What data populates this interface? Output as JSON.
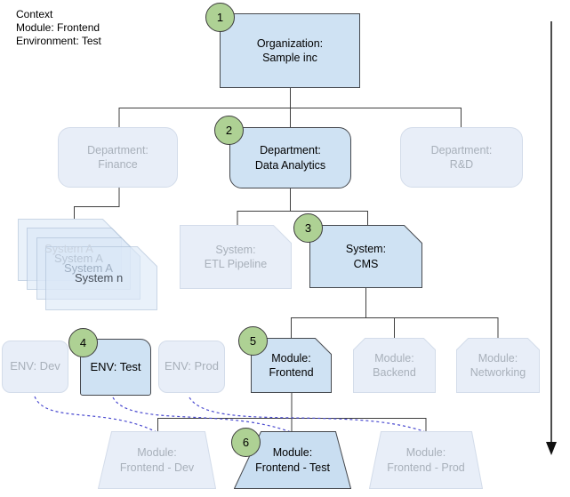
{
  "context": {
    "line1": "Context",
    "line2": "Module: Frontend",
    "line3": "Environment: Test"
  },
  "colors": {
    "active_fill": "#cfe2f3",
    "active_border": "#45484d",
    "faded_fill": "#e8eef8",
    "faded_border": "#d3dcea",
    "faded_text": "#a8b0ba",
    "badge_fill": "#aed194",
    "dashed_link": "#4a4ad0",
    "connector": "#3f3f3f"
  },
  "nodes": {
    "organization": {
      "line1": "Organization:",
      "line2": "Sample inc",
      "badge": "1"
    },
    "dept_finance": {
      "line1": "Department:",
      "line2": "Finance"
    },
    "dept_data_analytics": {
      "line1": "Department:",
      "line2": "Data Analytics",
      "badge": "2"
    },
    "dept_rnd": {
      "line1": "Department:",
      "line2": "R&D"
    },
    "system_stack": {
      "items": [
        "System A",
        "System A",
        "System A",
        "System n"
      ]
    },
    "system_etl": {
      "line1": "System:",
      "line2": "ETL Pipeline"
    },
    "system_cms": {
      "line1": "System:",
      "line2": "CMS",
      "badge": "3"
    },
    "env_dev": {
      "label": "ENV: Dev"
    },
    "env_test": {
      "label": "ENV: Test",
      "badge": "4"
    },
    "env_prod": {
      "label": "ENV: Prod"
    },
    "module_frontend": {
      "line1": "Module:",
      "line2": "Frontend",
      "badge": "5"
    },
    "module_backend": {
      "line1": "Module:",
      "line2": "Backend"
    },
    "module_networking": {
      "line1": "Module:",
      "line2": "Networking"
    },
    "module_frontend_dev": {
      "line1": "Module:",
      "line2": "Frontend - Dev"
    },
    "module_frontend_test": {
      "line1": "Module:",
      "line2": "Frontend - Test",
      "badge": "6"
    },
    "module_frontend_prod": {
      "line1": "Module:",
      "line2": "Frontend - Prod"
    }
  }
}
